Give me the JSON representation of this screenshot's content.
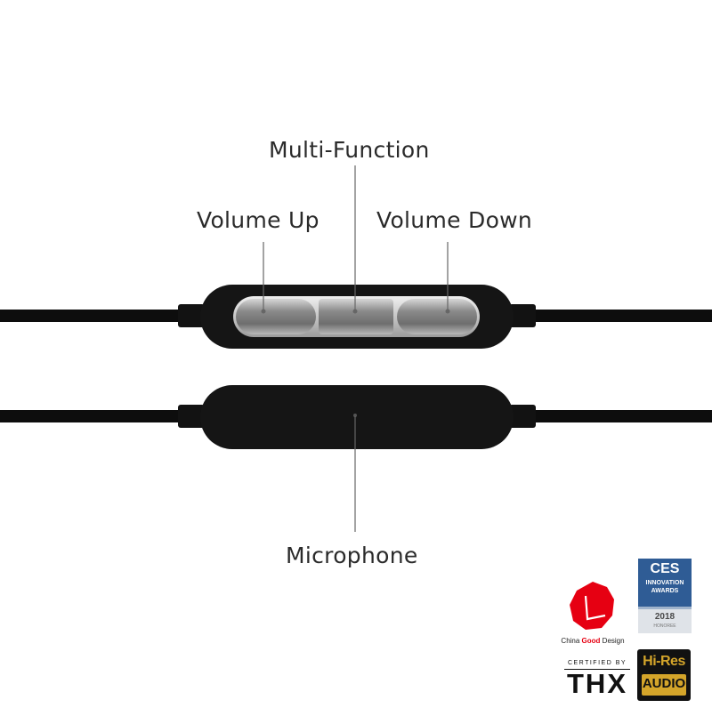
{
  "callouts": {
    "multi_function": "Multi-Function",
    "volume_up": "Volume Up",
    "volume_down": "Volume Down",
    "microphone": "Microphone"
  },
  "badges": {
    "china_good_design": {
      "prefix": "China ",
      "highlight": "Good",
      "suffix": " Design",
      "logo_color": "#e60012"
    },
    "ces": {
      "line1": "CES",
      "line2": "INNOVATION",
      "line3": "AWARDS",
      "year": "2018",
      "tag": "HONOREE",
      "color": "#2f5c95"
    },
    "thx": {
      "line1": "CERTIFIED BY",
      "line2": "THX"
    },
    "hires": {
      "line1": "Hi-Res",
      "line2": "AUDIO",
      "color": "#d4a52a"
    }
  }
}
